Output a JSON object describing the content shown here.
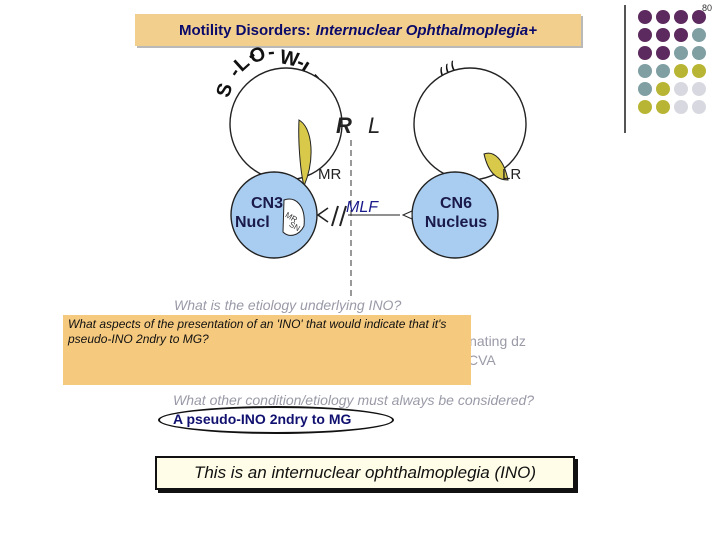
{
  "page_number": "80",
  "title": {
    "main": "Motility Disorders:",
    "italic": "Internuclear Ophthalmoplegia+"
  },
  "diagram": {
    "slowly_letters": [
      "S",
      "-",
      "L",
      "-",
      "O",
      "-",
      "W",
      "-",
      "L",
      "-",
      "Y"
    ],
    "motion_marks_1": "(((",
    "motion_marks_2": ")))",
    "eye_right_letter": "R",
    "eye_left_letter": "L",
    "muscle_mr": "MR",
    "muscle_lr": "LR",
    "mlf_label": "MLF",
    "cn3_line1": "CN3",
    "cn3_line2": "Nucl",
    "cn3_sub1": "MR",
    "cn3_sub2": "SN",
    "cn6_line1": "CN6",
    "cn6_line2": "Nucleus",
    "colors": {
      "nucleus_fill": "#a9cdf0",
      "muscle_fill": "#d9c94a",
      "title_bg": "#f3cf8e",
      "callout_bg": "#f5c97e"
    }
  },
  "questions": {
    "etiology_q": "What is the etiology underlying INO?",
    "pseudo_q": "What aspects of the presentation of an 'INO' that would indicate that it's pseudo-INO 2ndry to MG?",
    "demyelinating": "inating dz",
    "cva": "CVA",
    "other_q": "What other condition/etiology must always be considered?",
    "answer": "A pseudo-INO 2ndry to MG",
    "conclusion": "This is an internuclear ophthalmoplegia (INO)"
  }
}
